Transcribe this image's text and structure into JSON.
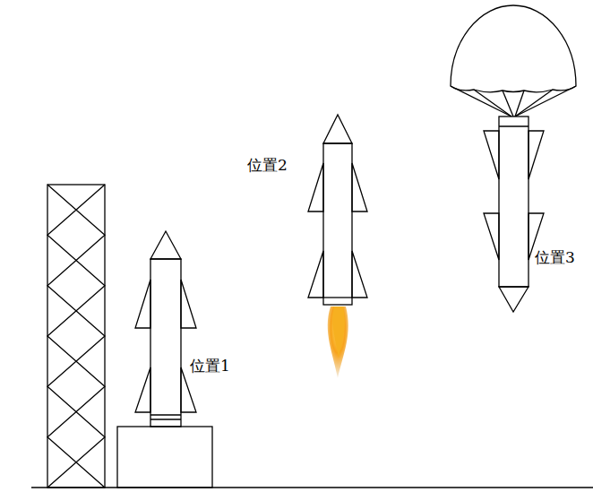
{
  "diagram": {
    "labels": [
      "位置1",
      "位置2",
      "位置3"
    ]
  }
}
